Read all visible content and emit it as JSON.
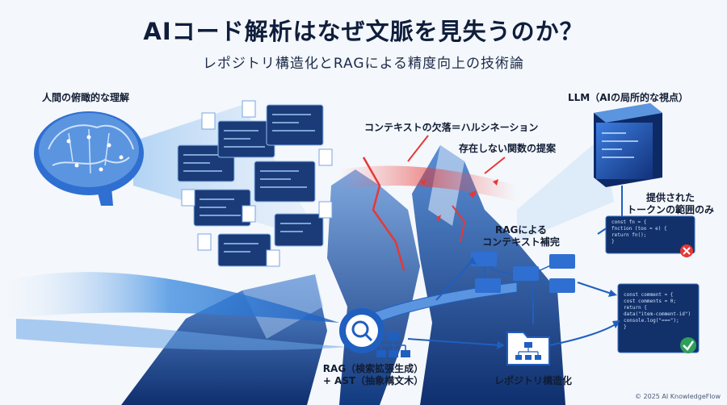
{
  "title": "AIコード解析はなぜ文脈を見失うのか？",
  "subtitle": "レポジトリ構造化とRAGによる精度向上の技術論",
  "labels": {
    "human": "人間の俯瞰的な理解",
    "llm": "LLM（AIの局所的な視点）",
    "context_gap": "コンテキストの欠落＝ハルシネーション",
    "nonexistent": "存在しない関数の提案",
    "tokens_line1": "提供された",
    "tokens_line2": "トークンの範囲のみ",
    "rag_line1": "RAGによる",
    "rag_line2": "コンテキスト補完",
    "tech_line1": "RAG（検索拡張生成）",
    "tech_line2": "+ AST（抽象構文木）",
    "repo_struct": "レポジトリ構造化"
  },
  "code_snippets": {
    "bad": [
      "const fn = {",
      "  fnction (too = e) {",
      "  return fn();",
      "}"
    ],
    "good": [
      "const comment = {",
      "  cost comments = 0;",
      "",
      "return {",
      "  data(\"item-comment-id\")",
      "  console.log(\"===\");",
      "}"
    ]
  },
  "colors": {
    "primary": "#1f5fbf",
    "dark": "#0f2a5c",
    "hallucination": "#e53935",
    "success": "#2e9e5b"
  },
  "copyright": "© 2025 AI KnowledgeFlow"
}
